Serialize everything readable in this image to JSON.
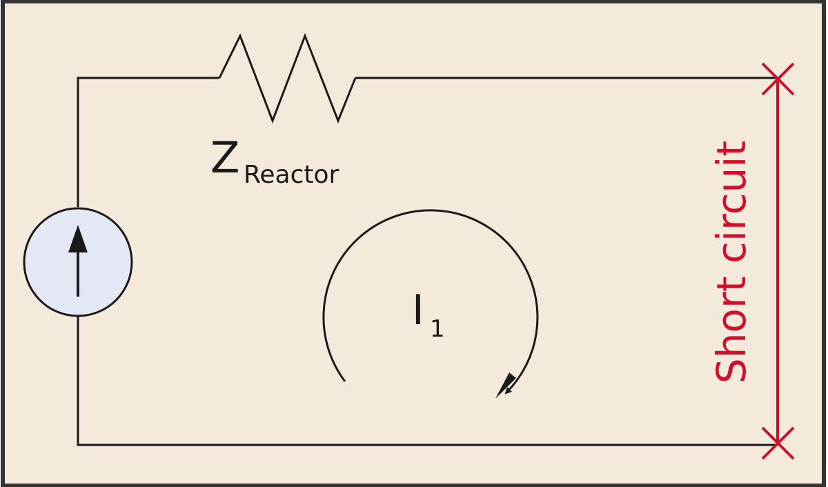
{
  "title": "Short circuit current loop",
  "labels": {
    "impedance_main": "Z",
    "impedance_sub": "Reactor",
    "current_main": "I",
    "current_sub": "1",
    "short_circuit": "Short circuit"
  },
  "colors": {
    "background": "#f3eadb",
    "wire": "#1a1a1a",
    "source_fill": "#e3e8f4",
    "short_circuit": "#d0102a"
  }
}
